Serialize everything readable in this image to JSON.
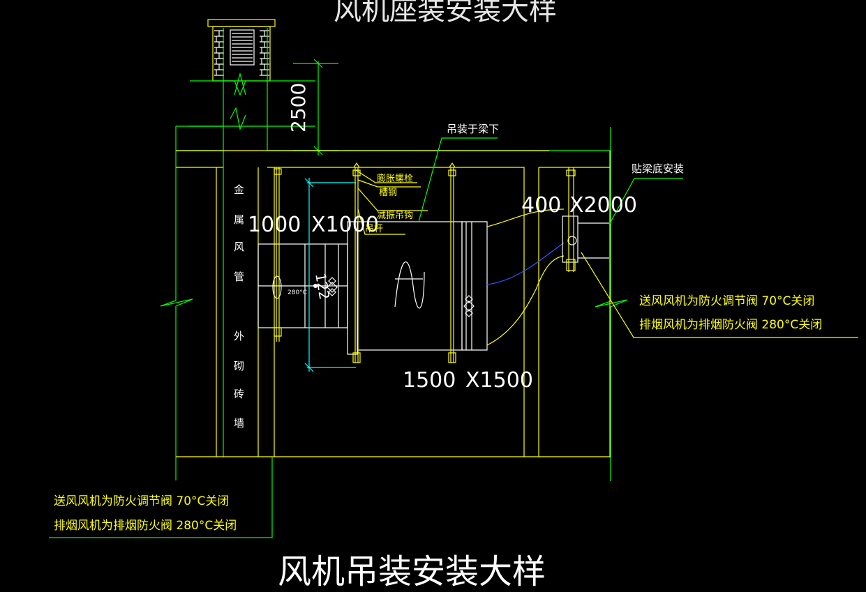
{
  "title_top": "风机座装安装大样",
  "title_bottom": "风机吊装安装大样",
  "dimensions": {
    "height_2500": "2500",
    "duct_left_w": "1000",
    "duct_left_h": "X1000",
    "duct_right_w": "400",
    "duct_right_h": "X2000",
    "fan_w": "1500",
    "fan_h": "X1500",
    "diag_122": "122",
    "temp_280": "280°C"
  },
  "labels": {
    "hang_beam": "吊装于梁下",
    "beam_bottom": "贴梁底安装",
    "expansion_bolt": "膨胀螺栓",
    "channel_steel": "槽钢",
    "vibration_hanger": "减振吊钩",
    "hanger_rod": "吊杆",
    "metal_duct": [
      "金",
      "属",
      "风",
      "管"
    ],
    "outer_wall": [
      "外",
      "砌",
      "砖",
      "墙"
    ]
  },
  "notes_right": [
    "送风风机为防火调节阀 70°C关闭",
    "排烟风机为排烟防火阀 280°C关闭"
  ],
  "notes_left": [
    "送风风机为防火调节阀 70°C关闭",
    "排烟风机为排烟防火阀 280°C关闭"
  ],
  "colors": {
    "line_yellow": "#ffff00",
    "line_green": "#00ff00",
    "text_white": "#ffffff",
    "dim_cyan": "#00ffff",
    "duct_blue": "#3355ff"
  }
}
